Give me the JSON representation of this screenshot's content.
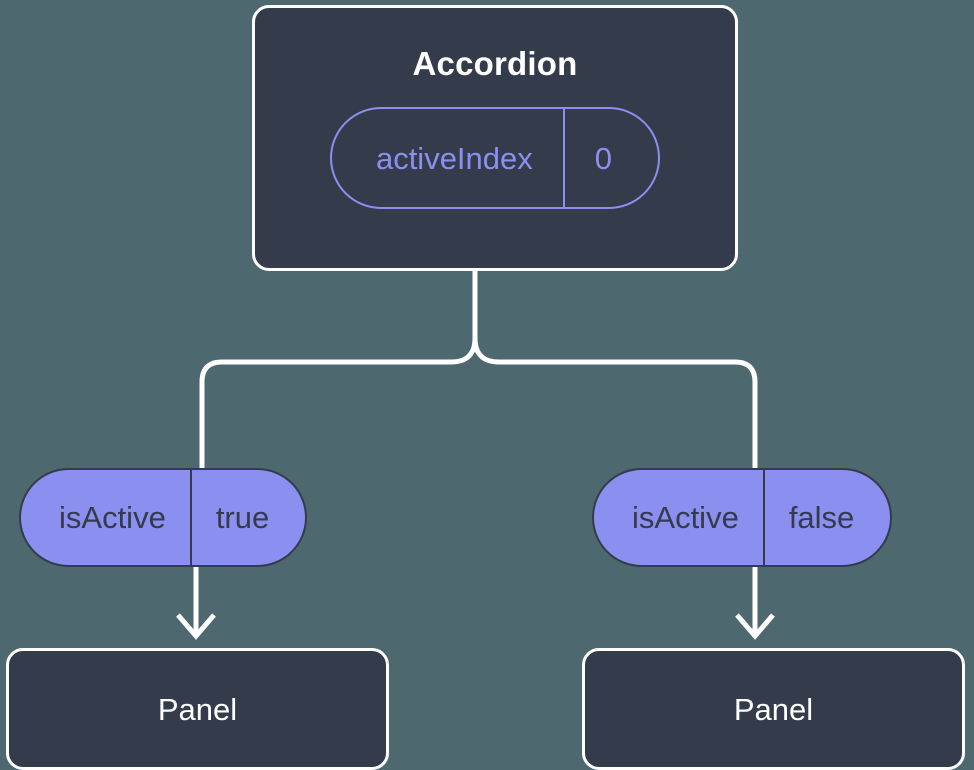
{
  "diagram": {
    "type": "component-state-tree",
    "background_color": "#4d686f",
    "node_fill_color": "#343b4a",
    "node_border_color": "#ffffff",
    "accent_color": "#8b8ff0",
    "connector_color": "#ffffff",
    "root": {
      "title": "Accordion",
      "state_pill": {
        "key": "activeIndex",
        "value": "0",
        "style": "outlined"
      }
    },
    "branches": [
      {
        "prop_pill": {
          "key": "isActive",
          "value": "true",
          "style": "filled"
        },
        "child": {
          "title": "Panel"
        }
      },
      {
        "prop_pill": {
          "key": "isActive",
          "value": "false",
          "style": "filled"
        },
        "child": {
          "title": "Panel"
        }
      }
    ]
  }
}
